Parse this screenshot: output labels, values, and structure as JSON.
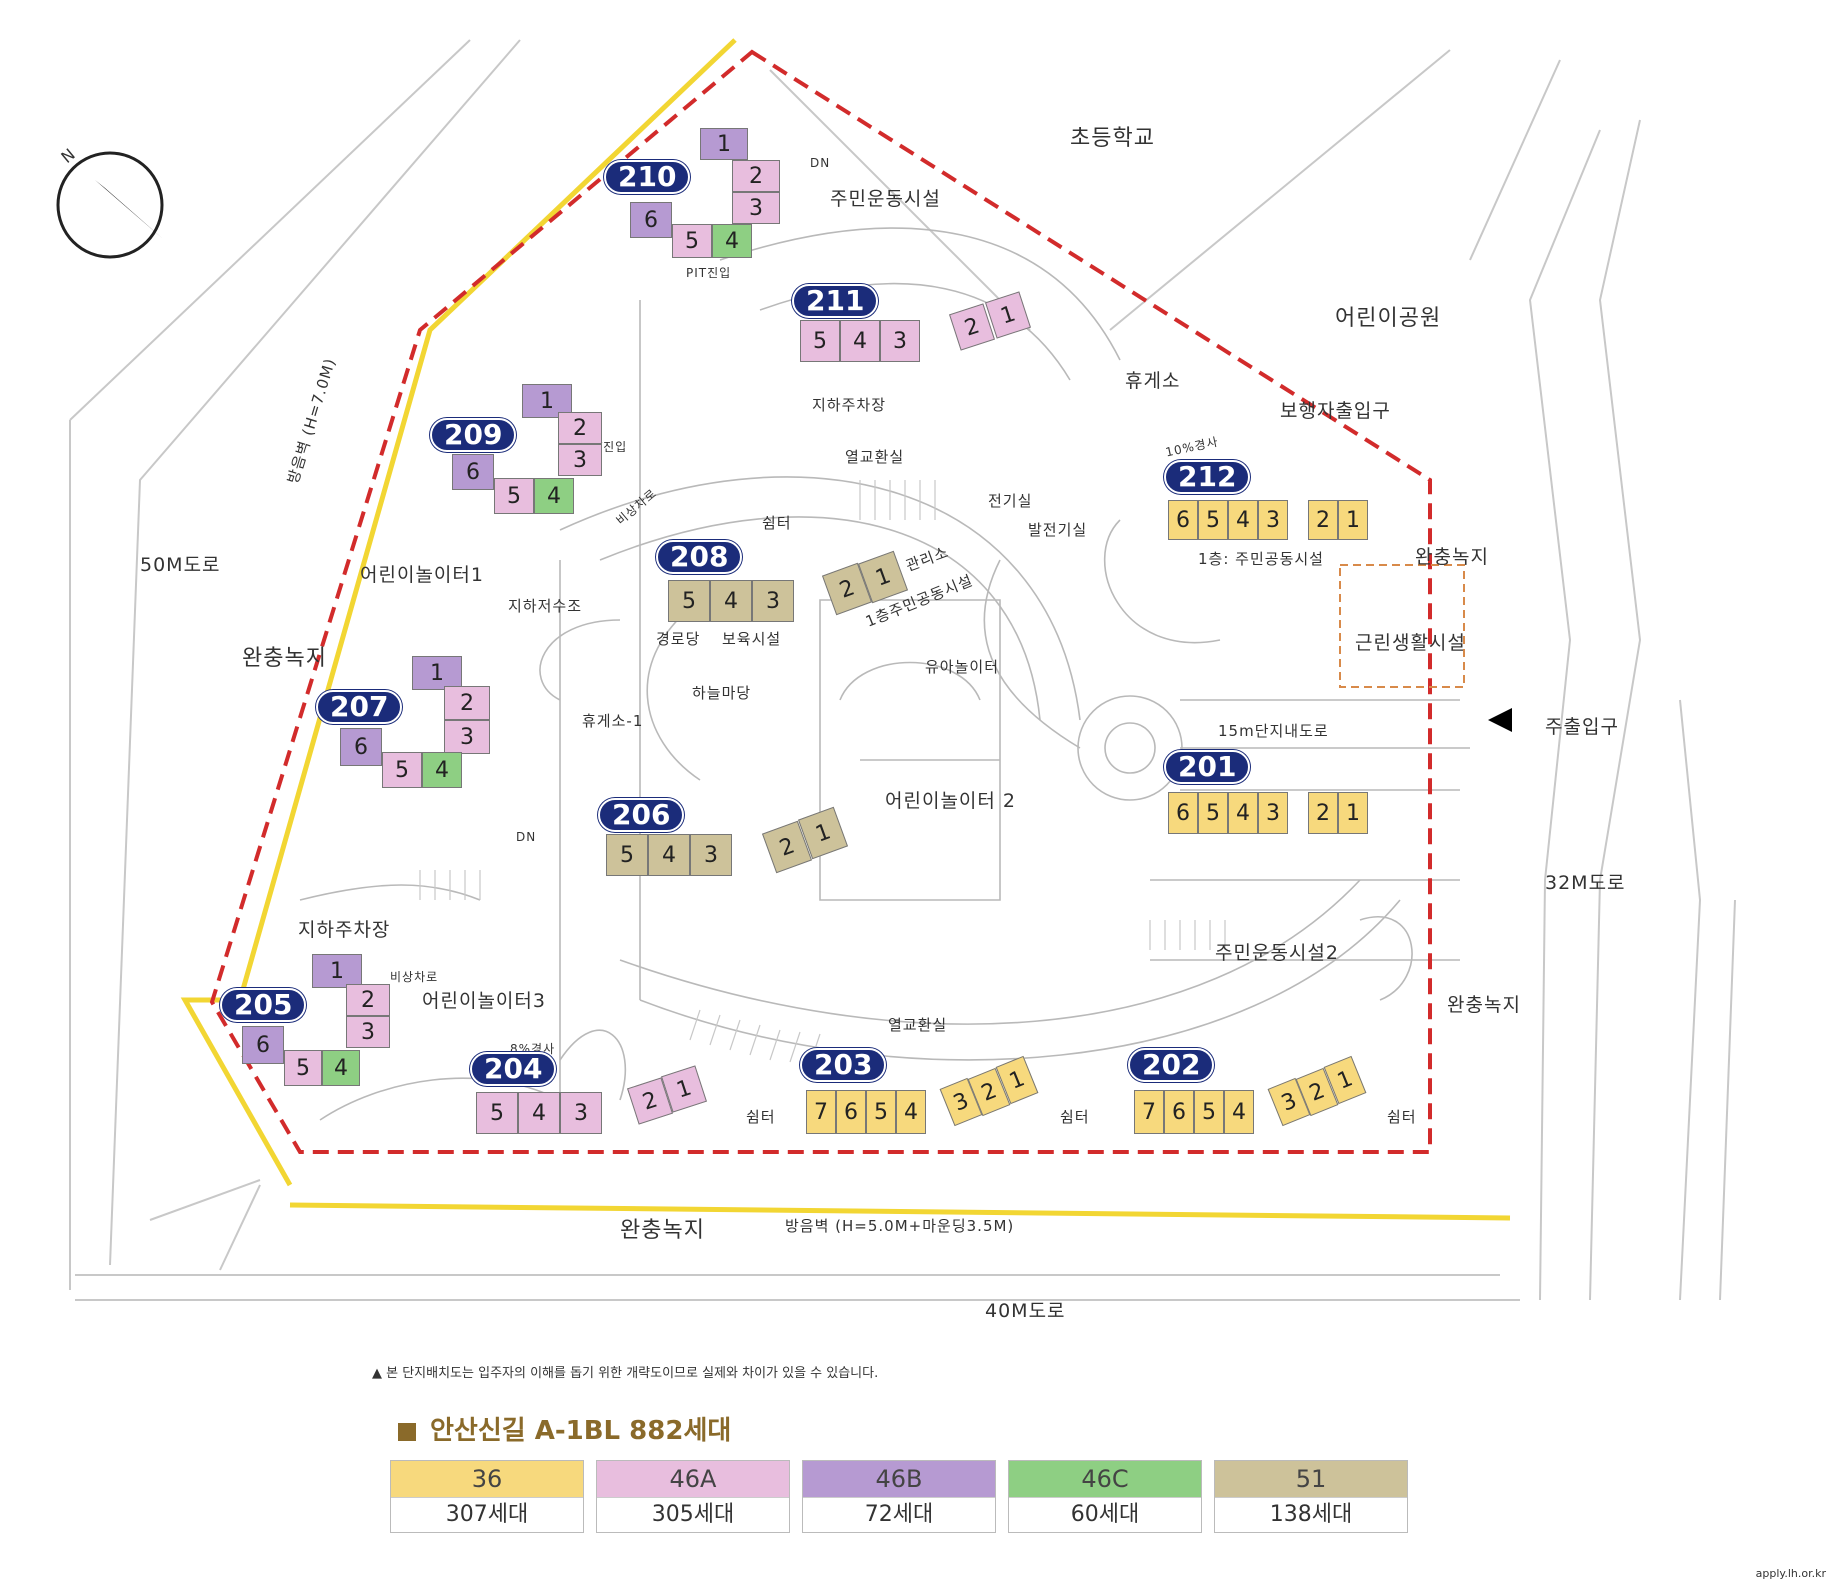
{
  "surroundings": {
    "north_school": "초등학교",
    "park": "어린이공원",
    "road_west": "50M도로",
    "road_east": "32M도로",
    "road_south": "40M도로",
    "buffer_west": "완충녹지",
    "buffer_south": "완충녹지",
    "buffer_east_1": "완충녹지",
    "buffer_east_2": "완충녹지",
    "soundwall_west": "방음벽 (H=7.0M)",
    "soundwall_south": "방음벽 (H=5.0M+마운딩3.5M)",
    "main_entrance": "주출입구",
    "pedestrian_entrance": "보행자출입구"
  },
  "facilities": {
    "sports1": "주민운동시설",
    "sports2": "주민운동시설2",
    "rest": "휴게소",
    "rest1": "휴게소-1",
    "underground_parking_1": "지하주차장",
    "underground_parking_2": "지하주차장",
    "heat_room_1": "열교환실",
    "heat_room_2": "열교환실",
    "electric_room": "전기실",
    "generator_room": "발전기실",
    "community_1f": "1층: 주민공동시설",
    "neighborhood": "근린생활시설",
    "inner_road": "15m단지내도로",
    "playground1": "어린이놀이터1",
    "playground2": "어린이놀이터 2",
    "playground3": "어린이놀이터3",
    "toddler": "유아놀이터",
    "sky_yard": "하늘마당",
    "water_tank": "지하저수조",
    "senior": "경로당",
    "daycare": "보육시설",
    "office": "관리소",
    "community_208": "1층주민공동시설",
    "shelter_a": "쉼터",
    "shelter_b": "쉼터",
    "shelter_c": "쉼터",
    "shelter_d": "쉼터",
    "emergency_1": "비상차로",
    "emergency_2": "비상차로",
    "pit_1": "PIT진입",
    "pit_2": "PIT진입",
    "slope_8": "8%경사",
    "slope_10": "10%경사",
    "dn_1": "DN",
    "dn_2": "DN"
  },
  "buildings": {
    "b210": "210",
    "b211": "211",
    "b209": "209",
    "b212": "212",
    "b208": "208",
    "b207": "207",
    "b206": "206",
    "b201": "201",
    "b205": "205",
    "b204": "204",
    "b203": "203",
    "b202": "202"
  },
  "units": {
    "n1": "1",
    "n2": "2",
    "n3": "3",
    "n4": "4",
    "n5": "5",
    "n6": "6",
    "n7": "7"
  },
  "colors": {
    "t36": "#f7d97d",
    "t46a": "#e8bede",
    "t46b": "#b69ad2",
    "t46c": "#8ecf83",
    "t51": "#cdc29a",
    "boundary": "#d22b2b",
    "road_yellow": "#f2d633",
    "badge": "#1b2c7a"
  },
  "disclaimer": "▲ 본 단지배치도는 입주자의 이해를 돕기 위한 개략도이므로 실제와 차이가 있을 수 있습니다.",
  "legend": {
    "title": "안산신길 A-1BL  882세대",
    "items": [
      {
        "type": "36",
        "count": "307세대",
        "color": "#f7d97d"
      },
      {
        "type": "46A",
        "count": "305세대",
        "color": "#e8bede"
      },
      {
        "type": "46B",
        "count": "72세대",
        "color": "#b69ad2"
      },
      {
        "type": "46C",
        "count": "60세대",
        "color": "#8ecf83"
      },
      {
        "type": "51",
        "count": "138세대",
        "color": "#cdc29a"
      }
    ]
  },
  "credit": "apply.lh.or.kr",
  "compass": "N"
}
